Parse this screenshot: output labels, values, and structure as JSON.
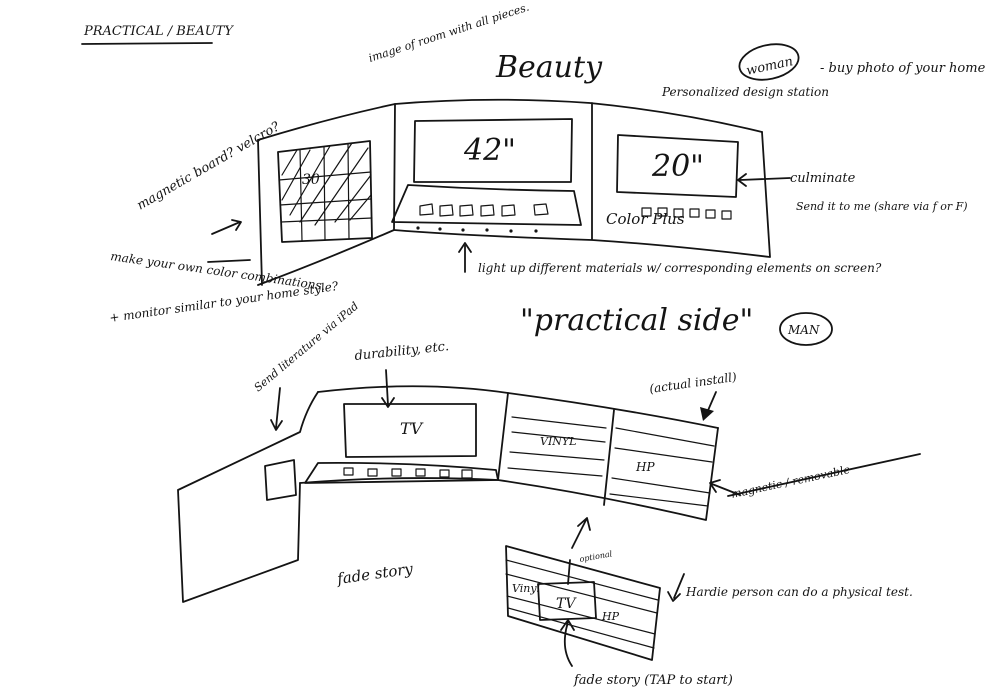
{
  "header": {
    "title": "PRACTICAL / BEAUTY"
  },
  "top_section": {
    "title": "Beauty",
    "circle_label": "woman",
    "note_image": "image of room with all pieces.",
    "note_buy_photo": "- buy photo of your home",
    "note_personalized": "Personalized design station",
    "note_magnetic": "magnetic board? velcro?",
    "note_make_own": "make your own color combinations.",
    "note_monitor": "+ monitor similar to your home style?",
    "left_panel_number": "30",
    "center_screen": "42\"",
    "right_screen": "20\"",
    "right_brand": "Color Plus",
    "note_culminate": "culminate",
    "note_send": "Send it to me (share via f or F)",
    "note_light_up": "light up different materials w/ corresponding elements on screen?",
    "quote": "\"practical side\""
  },
  "bottom_section": {
    "circle_label": "MAN",
    "note_send_literature": "Send literature via iPad",
    "note_durability": "durability, etc.",
    "tv_label": "TV",
    "note_actual_install": "(actual install)",
    "panel_vinyl": "VINYL",
    "panel_hp": "HP",
    "note_magnetic_removable": "magnetic / removable",
    "note_fade_story": "fade story",
    "note_optional": "optional",
    "detail_vinyl": "Vinyl",
    "detail_tv": "TV",
    "detail_hp": "HP",
    "note_hardie": "Hardie person can do a physical test.",
    "note_fade_tap": "fade story (TAP to start)"
  }
}
